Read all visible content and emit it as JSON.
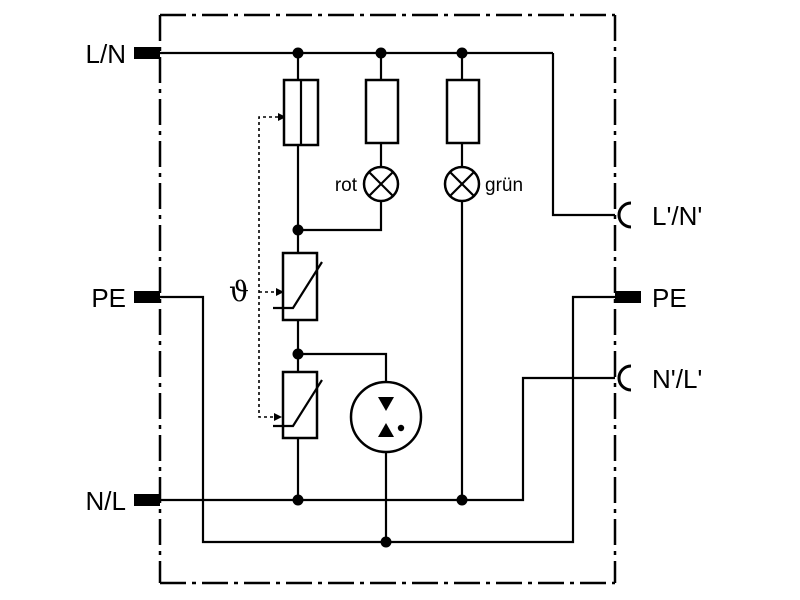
{
  "terminals": {
    "left_top": "L/N",
    "left_mid": "PE",
    "left_bottom": "N/L",
    "right_top": "L'/N'",
    "right_mid": "PE",
    "right_bottom": "N'/L'"
  },
  "indicators": {
    "red_label": "rot",
    "green_label": "grün"
  },
  "thermal_symbol": "ϑ"
}
